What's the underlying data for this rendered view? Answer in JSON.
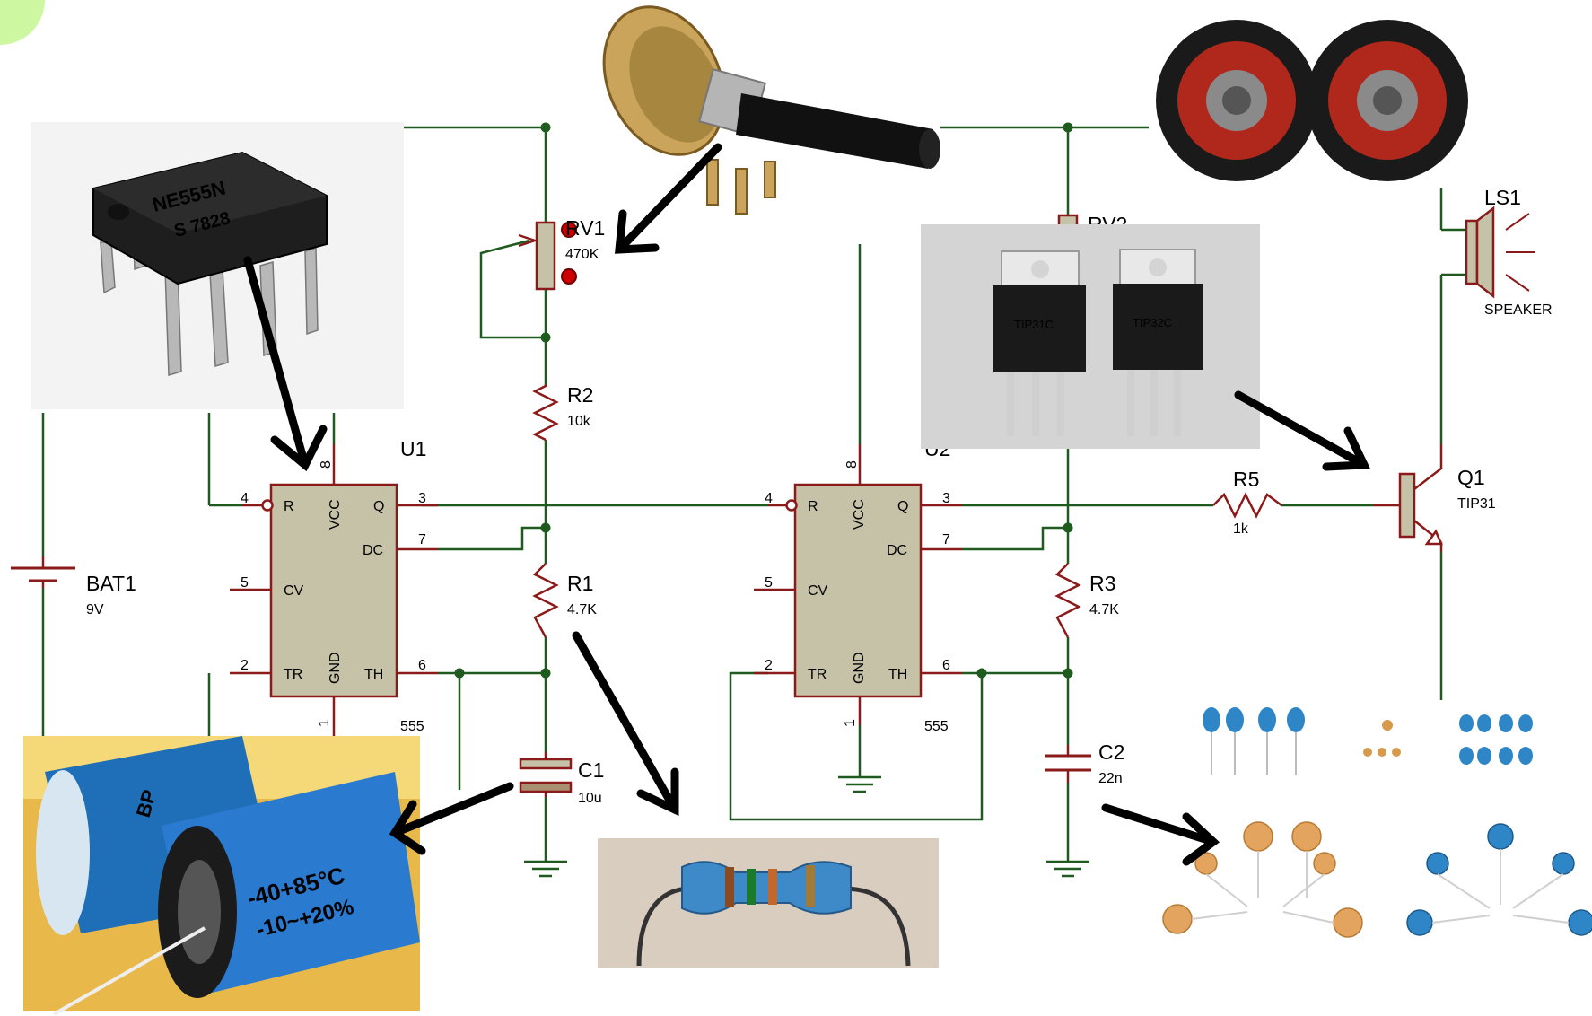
{
  "schematic": {
    "u1": {
      "ref": "U1",
      "type": "555",
      "pins": {
        "p4": "4",
        "p8": "8",
        "p3": "3",
        "p7": "7",
        "p5": "5",
        "p2": "2",
        "p6": "6",
        "p1": "1"
      },
      "names": {
        "r": "R",
        "vcc": "VCC",
        "q": "Q",
        "dc": "DC",
        "cv": "CV",
        "tr": "TR",
        "gnd": "GND",
        "th": "TH"
      }
    },
    "u2": {
      "ref": "U2",
      "type": "555",
      "pins": {
        "p4": "4",
        "p8": "8",
        "p3": "3",
        "p7": "7",
        "p5": "5",
        "p2": "2",
        "p6": "6",
        "p1": "1"
      },
      "names": {
        "r": "R",
        "vcc": "VCC",
        "q": "Q",
        "dc": "DC",
        "cv": "CV",
        "tr": "TR",
        "gnd": "GND",
        "th": "TH"
      }
    },
    "rv1": {
      "ref": "RV1",
      "value": "470K"
    },
    "rv2": {
      "ref": "RV2"
    },
    "r1": {
      "ref": "R1",
      "value": "4.7K"
    },
    "r2": {
      "ref": "R2",
      "value": "10k"
    },
    "r3": {
      "ref": "R3",
      "value": "4.7K"
    },
    "r5": {
      "ref": "R5",
      "value": "1k"
    },
    "c1": {
      "ref": "C1",
      "value": "10u"
    },
    "c2": {
      "ref": "C2",
      "value": "22n"
    },
    "bat1": {
      "ref": "BAT1",
      "value": "9V"
    },
    "q1": {
      "ref": "Q1",
      "value": "TIP31"
    },
    "ls1": {
      "ref": "LS1",
      "value": "SPEAKER"
    }
  },
  "photos": {
    "ic": {
      "marking_1": "NE555N",
      "marking_2": "S 7828"
    },
    "transistors": {
      "marking_1": "TIP31C",
      "marking_2": "TIP32C"
    },
    "electrolytic": {
      "marking_1": "-40+85°C",
      "marking_2": "-10~+20%",
      "marking_3": "BP"
    }
  },
  "colors": {
    "wire": "#1f5a1f",
    "pin": "#8b1a1a",
    "chip_fill": "#c5c2a8",
    "arrow": "#000000"
  }
}
